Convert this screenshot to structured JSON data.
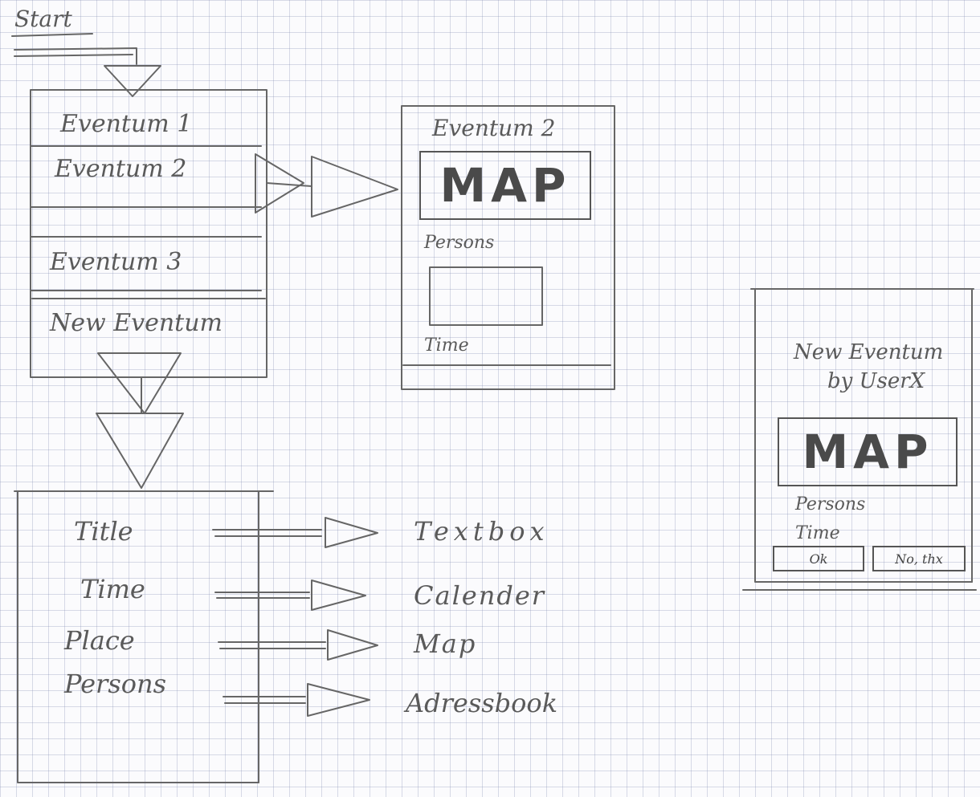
{
  "start_label": "Start",
  "event_list": {
    "items": [
      "Eventum 1",
      "Eventum 2",
      "Eventum 3"
    ],
    "new_label": "New Eventum"
  },
  "event_detail": {
    "title": "Eventum 2",
    "map_label": "MAP",
    "persons_label": "Persons",
    "time_label": "Time"
  },
  "new_event_form": {
    "fields": [
      {
        "label": "Title",
        "target": "Textbox"
      },
      {
        "label": "Time",
        "target": "Calender"
      },
      {
        "label": "Place",
        "target": "Map"
      },
      {
        "label": "Persons",
        "target": "Adressbook"
      }
    ]
  },
  "invite_screen": {
    "title_line1": "New Eventum",
    "title_line2": "by UserX",
    "map_label": "MAP",
    "persons_label": "Persons",
    "time_label": "Time",
    "ok_label": "Ok",
    "no_label": "No, thx"
  }
}
